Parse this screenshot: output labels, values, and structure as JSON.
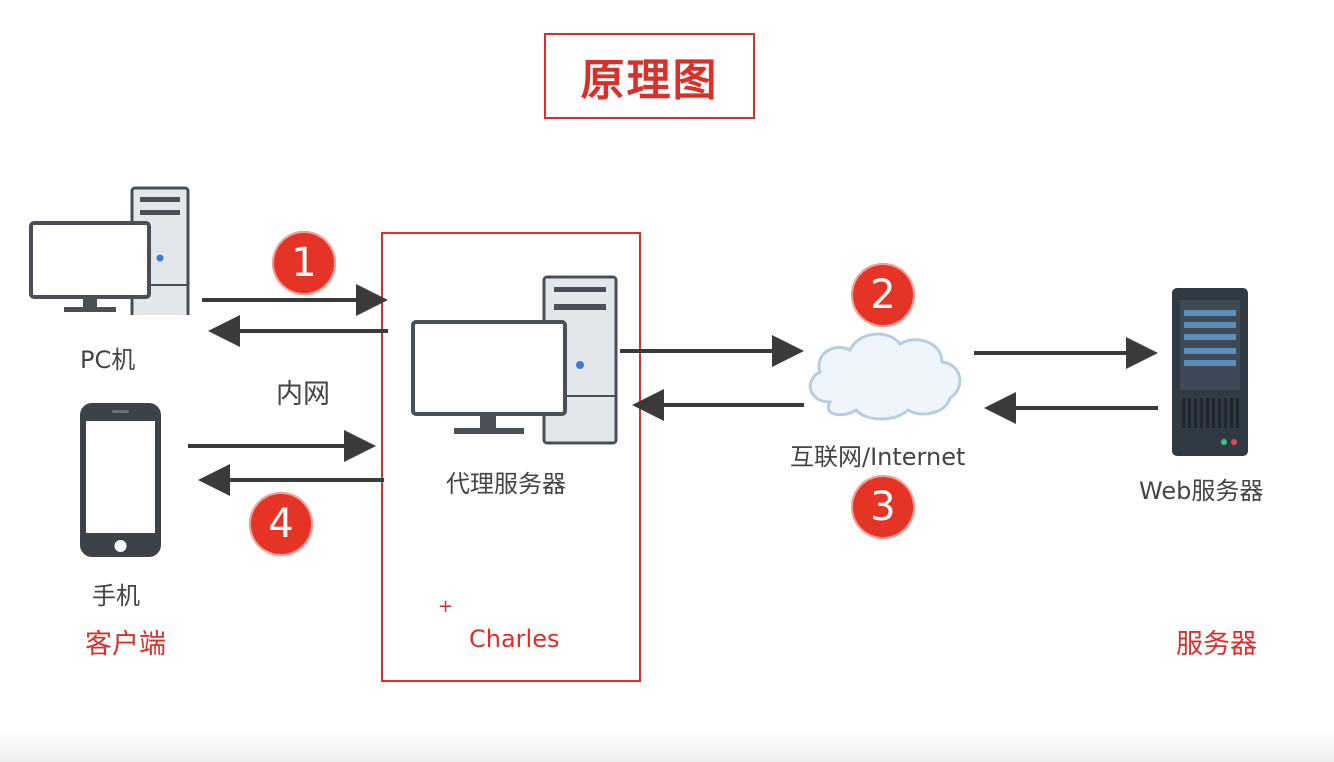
{
  "title": "原理图",
  "clients": {
    "pc_label": "PC机",
    "phone_label": "手机",
    "group_label": "客户端"
  },
  "lan_label": "内网",
  "proxy": {
    "label": "代理服务器",
    "charles_mark": "+",
    "charles_label": "Charles"
  },
  "internet_label": "互联网/Internet",
  "server": {
    "label": "Web服务器",
    "group_label": "服务器"
  },
  "steps": [
    "1",
    "2",
    "3",
    "4"
  ],
  "colors": {
    "accent_red": "#d9302a",
    "badge_red": "#e53325",
    "arrow": "#3a3a3a",
    "device_outline": "#4a4f57",
    "server_body": "#2f3a44"
  }
}
